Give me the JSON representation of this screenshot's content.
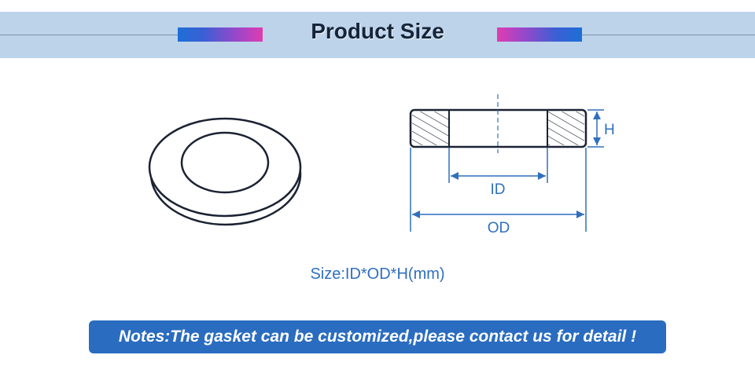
{
  "header": {
    "title": "Product Size",
    "accent_colors": [
      "#1d6fd6",
      "#e03cb0"
    ],
    "band_color": "#bdd3ea"
  },
  "diagram": {
    "label_id": "ID",
    "label_od": "OD",
    "label_h": "H",
    "line_color": "#2f6fbe",
    "outline_color": "#1b2233"
  },
  "size_caption": "Size:ID*OD*H(mm)",
  "notes": "Notes:The gasket can be customized,please contact us for detail !"
}
